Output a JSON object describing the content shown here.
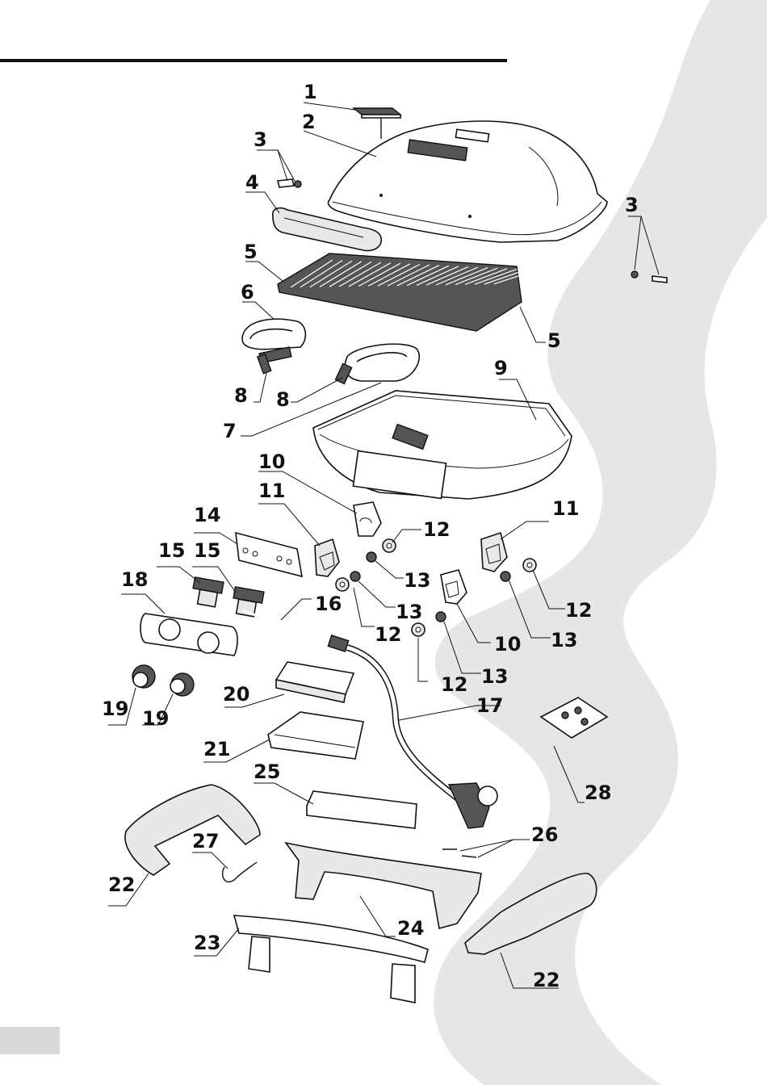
{
  "colors": {
    "flame_watermark": "#e6e6e6",
    "ink": "#111111",
    "page_tab": "#d8d8d8"
  },
  "callouts": [
    {
      "id": "c1",
      "label": "1"
    },
    {
      "id": "c2",
      "label": "2"
    },
    {
      "id": "c3a",
      "label": "3"
    },
    {
      "id": "c3b",
      "label": "3"
    },
    {
      "id": "c4",
      "label": "4"
    },
    {
      "id": "c5a",
      "label": "5"
    },
    {
      "id": "c5b",
      "label": "5"
    },
    {
      "id": "c6",
      "label": "6"
    },
    {
      "id": "c7",
      "label": "7"
    },
    {
      "id": "c8a",
      "label": "8"
    },
    {
      "id": "c8b",
      "label": "8"
    },
    {
      "id": "c9",
      "label": "9"
    },
    {
      "id": "c10a",
      "label": "10"
    },
    {
      "id": "c10b",
      "label": "10"
    },
    {
      "id": "c11a",
      "label": "11"
    },
    {
      "id": "c11b",
      "label": "11"
    },
    {
      "id": "c12a",
      "label": "12"
    },
    {
      "id": "c12b",
      "label": "12"
    },
    {
      "id": "c12c",
      "label": "12"
    },
    {
      "id": "c12d",
      "label": "12"
    },
    {
      "id": "c13a",
      "label": "13"
    },
    {
      "id": "c13b",
      "label": "13"
    },
    {
      "id": "c13c",
      "label": "13"
    },
    {
      "id": "c13d",
      "label": "13"
    },
    {
      "id": "c14",
      "label": "14"
    },
    {
      "id": "c15a",
      "label": "15"
    },
    {
      "id": "c15b",
      "label": "15"
    },
    {
      "id": "c16",
      "label": "16"
    },
    {
      "id": "c17",
      "label": "17"
    },
    {
      "id": "c18",
      "label": "18"
    },
    {
      "id": "c19a",
      "label": "19"
    },
    {
      "id": "c19b",
      "label": "19"
    },
    {
      "id": "c20",
      "label": "20"
    },
    {
      "id": "c21",
      "label": "21"
    },
    {
      "id": "c22a",
      "label": "22"
    },
    {
      "id": "c22b",
      "label": "22"
    },
    {
      "id": "c23",
      "label": "23"
    },
    {
      "id": "c24",
      "label": "24"
    },
    {
      "id": "c25",
      "label": "25"
    },
    {
      "id": "c26",
      "label": "26"
    },
    {
      "id": "c27",
      "label": "27"
    },
    {
      "id": "c28",
      "label": "28"
    }
  ]
}
